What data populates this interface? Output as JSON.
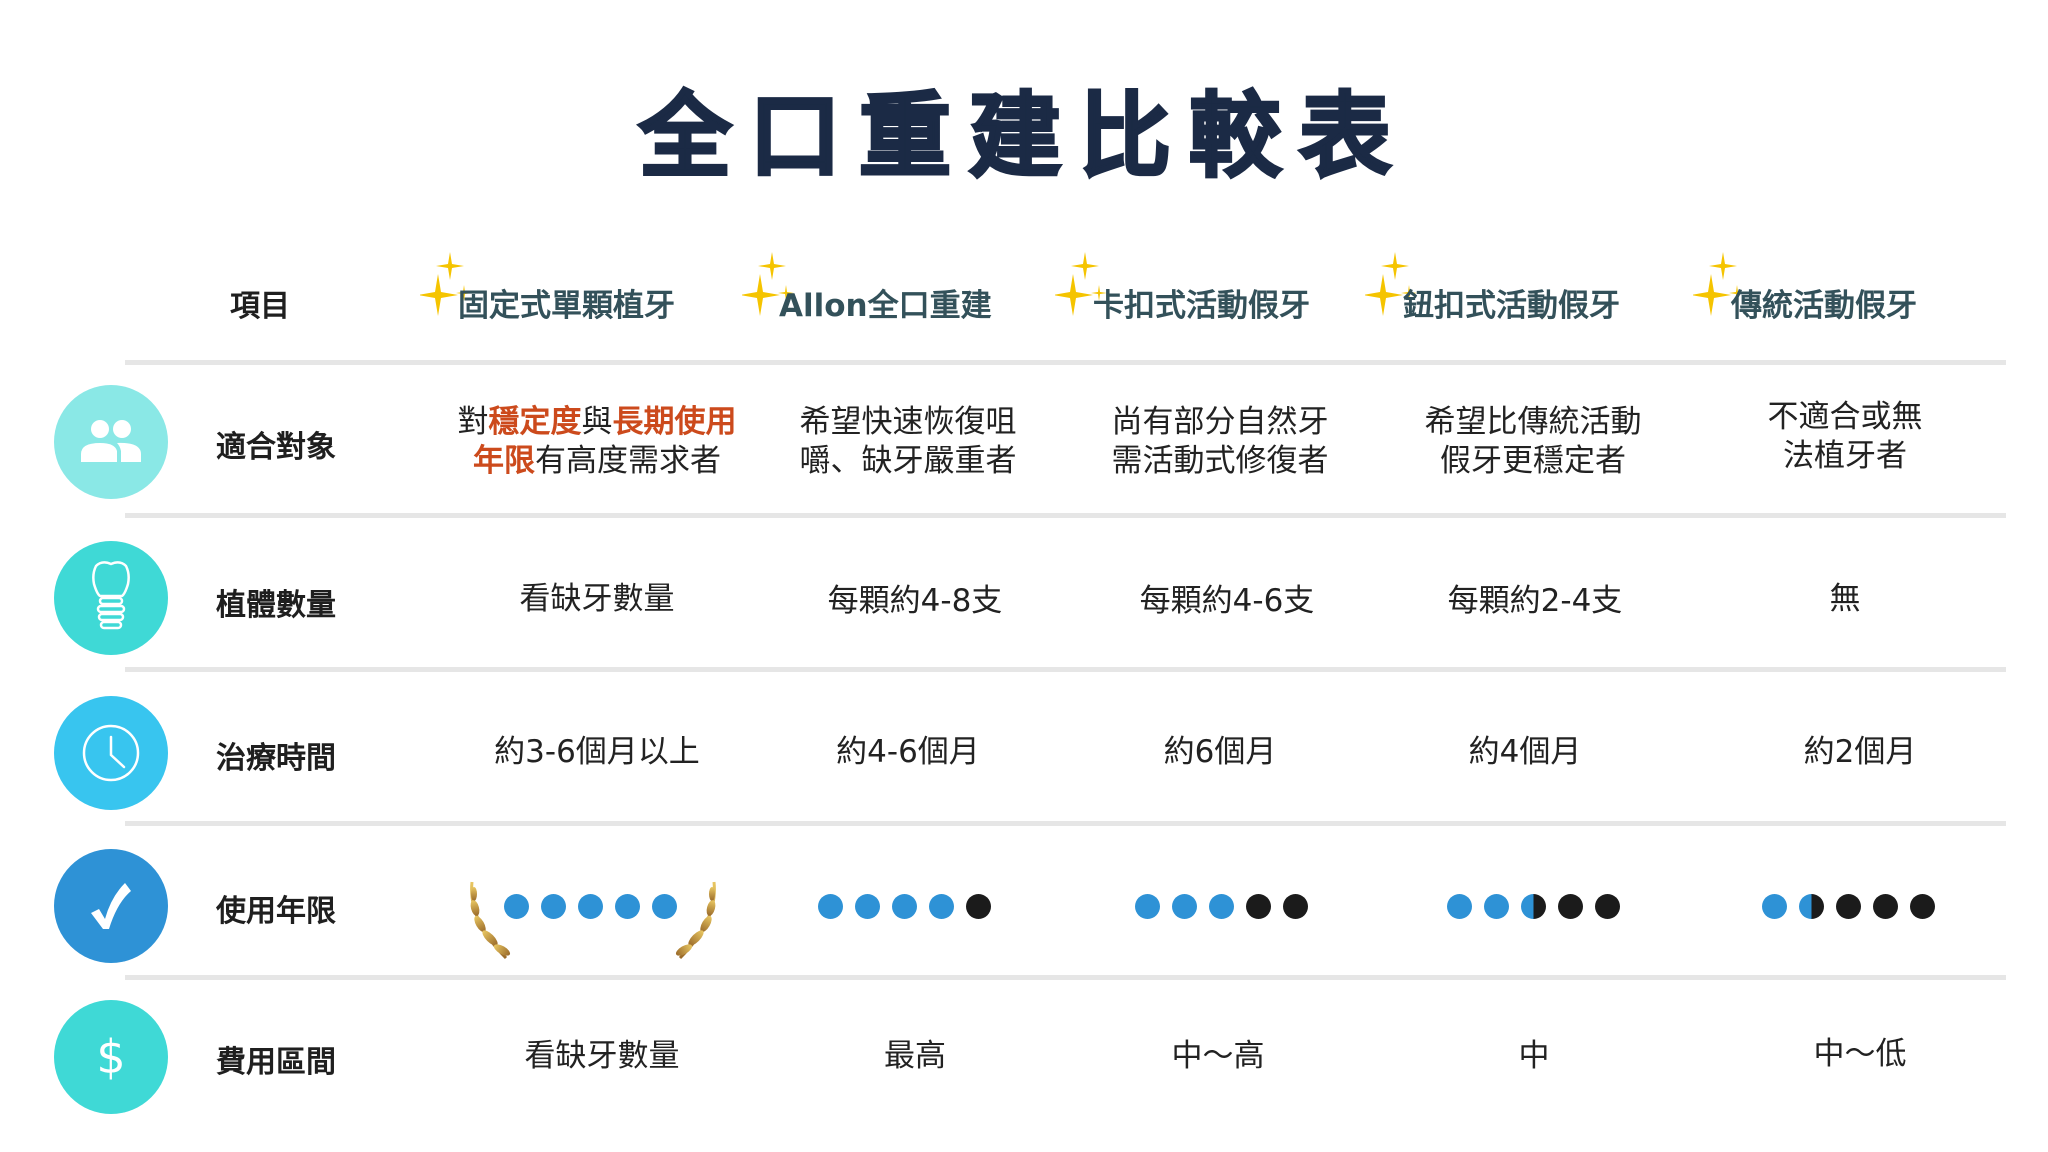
{
  "title": "全口重建比較表",
  "header": {
    "item_label": "項目",
    "columns": [
      {
        "label": "固定式單顆植牙"
      },
      {
        "label": "Allon全口重建"
      },
      {
        "label": "卡扣式活動假牙"
      },
      {
        "label": "鈕扣式活動假牙"
      },
      {
        "label": "傳統活動假牙"
      }
    ]
  },
  "colors": {
    "title": "#1b2a45",
    "header_text": "#33515a",
    "highlight": "#cc4a1c",
    "sparkle": "#f5c400",
    "dot_full": "#2e92d6",
    "dot_empty": "#1b1b1b",
    "divider": "#e6e6e6"
  },
  "rows": [
    {
      "label": "適合對象",
      "icon": "people-icon",
      "icon_color": "#8ae8e6",
      "cells": [
        {
          "line1_parts": [
            "對",
            "穩定度",
            "與",
            "長期使用"
          ],
          "line2_parts": [
            "年限",
            "有高度需求者"
          ]
        },
        {
          "line1": "希望快速恢復咀",
          "line2": "嚼、缺牙嚴重者"
        },
        {
          "line1": "尚有部分自然牙",
          "line2": "需活動式修復者"
        },
        {
          "line1": "希望比傳統活動",
          "line2": "假牙更穩定者"
        },
        {
          "line1": "不適合或無",
          "line2": "法植牙者"
        }
      ]
    },
    {
      "label": "植體數量",
      "icon": "dental-implant-icon",
      "icon_color": "#3fd9d6",
      "cells": [
        "看缺牙數量",
        "每顆約4-8支",
        "每顆約4-6支",
        "每顆約2-4支",
        "無"
      ]
    },
    {
      "label": "治療時間",
      "icon": "clock-icon",
      "icon_color": "#38c5ef",
      "cells": [
        "約3-6個月以上",
        "約4-6個月",
        "約6個月",
        "約4個月",
        "約2個月"
      ]
    },
    {
      "label": "使用年限",
      "icon": "checkmark-icon",
      "icon_color": "#2e92d6",
      "ratings": [
        5,
        4,
        3,
        2.5,
        1.5
      ],
      "rating_max": 5
    },
    {
      "label": "費用區間",
      "icon": "dollar-icon",
      "icon_color": "#3fd9d6",
      "cells": [
        "看缺牙數量",
        "最高",
        "中～高",
        "中",
        "中～低"
      ]
    }
  ]
}
